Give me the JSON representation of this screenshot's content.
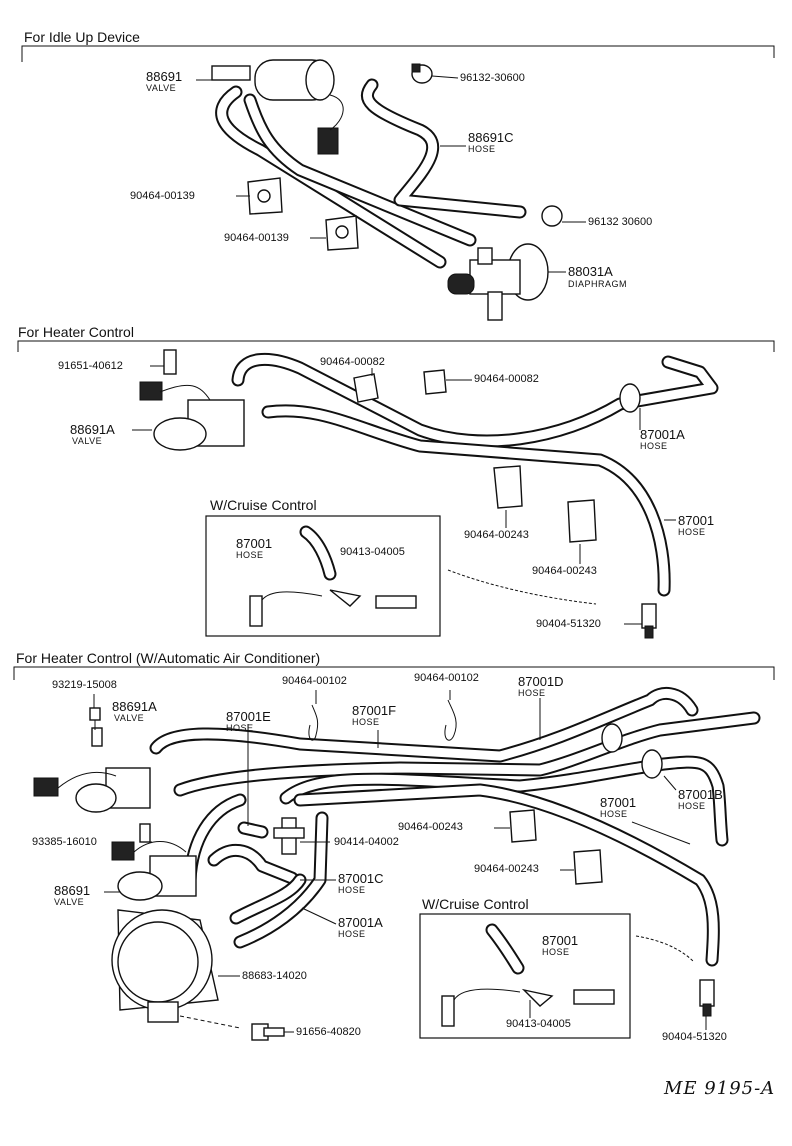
{
  "sections": {
    "idle_up": "For Idle Up Device",
    "heater": "For Heater Control",
    "heater_auto": "For Heater Control (W/Automatic Air Conditioner)"
  },
  "boxes": {
    "cruise1": "W/Cruise Control",
    "cruise2": "W/Cruise Control"
  },
  "labels": {
    "s1_valve_num": "88691",
    "s1_valve_sub": "VALVE",
    "s1_clamp_a": "96132-30600",
    "s1_hose_num": "88691C",
    "s1_hose_sub": "HOSE",
    "s1_clip_a": "90464-00139",
    "s1_clip_b": "90464-00139",
    "s1_clamp_b": "96132 30600",
    "s1_diaph_num": "88031A",
    "s1_diaph_sub": "DIAPHRAGM",
    "s2_bolt": "91651-40612",
    "s2_clip_top": "90464-00082",
    "s2_clip_top2": "90464-00082",
    "s2_valve_num": "88691A",
    "s2_valve_sub": "VALVE",
    "s2_hose_a_num": "87001A",
    "s2_hose_a_sub": "HOSE",
    "s2_cruise_hose_num": "87001",
    "s2_cruise_hose_sub": "HOSE",
    "s2_cruise_fit": "90413-04005",
    "s2_clip_mid1": "90464-00243",
    "s2_clip_mid2": "90464-00243",
    "s2_hose_num": "87001",
    "s2_hose_sub": "HOSE",
    "s2_vsv": "90404-51320",
    "s3_bolt": "93219-15008",
    "s3_valve_a_num": "88691A",
    "s3_valve_a_sub": "VALVE",
    "s3_clip_a": "90464-00102",
    "s3_clip_b": "90464-00102",
    "s3_hose_d_num": "87001D",
    "s3_hose_d_sub": "HOSE",
    "s3_hose_e_num": "87001E",
    "s3_hose_e_sub": "HOSE",
    "s3_hose_f_num": "87001F",
    "s3_hose_f_sub": "HOSE",
    "s3_hose_b_num": "87001B",
    "s3_hose_b_sub": "HOSE",
    "s3_hose_num": "87001",
    "s3_hose_sub": "HOSE",
    "s3_screw": "93385-16010",
    "s3_clip_c": "90464-00243",
    "s3_tee": "90414-04002",
    "s3_valve_num": "88691",
    "s3_valve_sub": "VALVE",
    "s3_clip_d": "90464-00243",
    "s3_hose_c_num": "87001C",
    "s3_hose_c_sub": "HOSE",
    "s3_hose_a_num": "87001A",
    "s3_hose_a_sub": "HOSE",
    "s3_actuator": "88683-14020",
    "s3_cruise_hose_num": "87001",
    "s3_cruise_hose_sub": "HOSE",
    "s3_cruise_fit": "90413-04005",
    "s3_bolt2": "91656-40820",
    "s3_vsv": "90404-51320"
  },
  "reference": "ME 9195-A"
}
